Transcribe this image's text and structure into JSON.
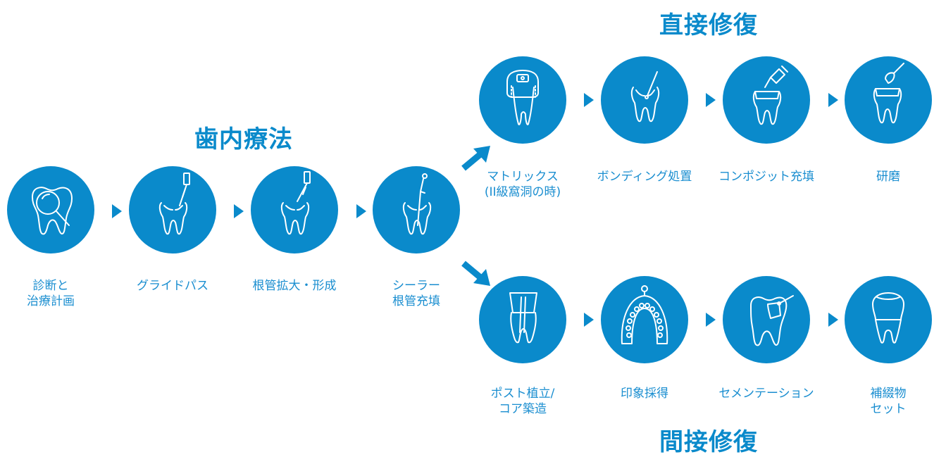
{
  "headings": {
    "endo": "歯内療法",
    "direct": "直接修復",
    "indirect": "間接修復"
  },
  "steps": {
    "diagnosis": {
      "line1": "診断と",
      "line2": "治療計画",
      "icon": "tooth-magnifier-icon"
    },
    "glide_path": {
      "line1": "グライドパス",
      "icon": "tooth-file-icon"
    },
    "shaping": {
      "line1": "根管拡大・形成",
      "icon": "tooth-file-icon"
    },
    "obturation": {
      "line1": "シーラー",
      "line2": "根管充填",
      "icon": "tooth-obturation-icon"
    }
  },
  "direct_steps": {
    "matrix": {
      "line1": "マトリックス",
      "line2": "(II級窩洞の時)",
      "icon": "tooth-matrix-icon"
    },
    "bonding": {
      "line1": "ボンディング処置",
      "icon": "tooth-brush-icon"
    },
    "composite": {
      "line1": "コンポジット充填",
      "icon": "tooth-syringe-icon"
    },
    "polishing": {
      "line1": "研磨",
      "icon": "tooth-polish-icon"
    }
  },
  "indirect_steps": {
    "post_core": {
      "line1": "ポスト植立/",
      "line2": "コア築造",
      "icon": "tooth-post-icon"
    },
    "impression": {
      "line1": "印象採得",
      "icon": "impression-tray-icon"
    },
    "cementation": {
      "line1": "セメンテーション",
      "icon": "tooth-cement-icon"
    },
    "restoration": {
      "line1": "補綴物",
      "line2": "セット",
      "icon": "tooth-crown-icon"
    }
  },
  "colors": {
    "accent": "#0a8acb",
    "icon_stroke": "#ffffff"
  }
}
